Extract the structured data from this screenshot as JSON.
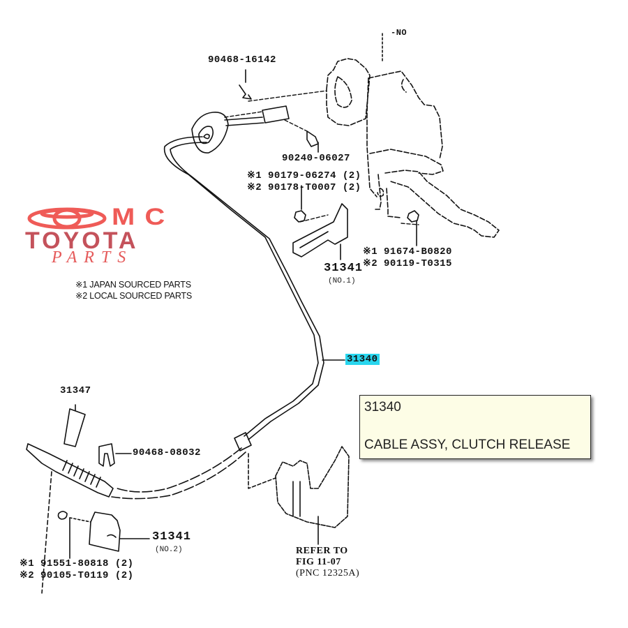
{
  "logo": {
    "mc": "MC",
    "toyota": "TOYOTA",
    "parts": "PARTS",
    "colors": {
      "mc": "#ef5b57",
      "toyota": "#c4525b",
      "parts": "#e55a5a"
    }
  },
  "notes": [
    "※1 JAPAN SOURCED PARTS",
    "※2 LOCAL SOURCED PARTS"
  ],
  "callouts": {
    "top_ref": "-NO",
    "c_90468_16142": "90468-16142",
    "c_90240_06027": "90240-06027",
    "c_90179_line1": "※1 90179-06274 (2)",
    "c_90179_line2": "※2 90178-T0007 (2)",
    "c_91674_line1": "※1 91674-B0820",
    "c_91674_line2": "※2 90119-T0315",
    "c_31341_no1": "31341",
    "c_31341_no1_sub": "(NO.1)",
    "c_31340": "31340",
    "c_31347": "31347",
    "c_90468_08032": "90468-08032",
    "c_31341_no2": "31341",
    "c_31341_no2_sub": "(NO.2)",
    "c_91551_line1": "※1 91551-80818 (2)",
    "c_91551_line2": "※2 90105-T0119 (2)",
    "refer_line1": "REFER TO",
    "refer_line2": "FIG 11-07",
    "refer_line3": "(PNC 12325A)"
  },
  "highlight_color": "#29d6ee",
  "tooltip": {
    "code": "31340",
    "description": "CABLE ASSY, CLUTCH RELEASE"
  }
}
